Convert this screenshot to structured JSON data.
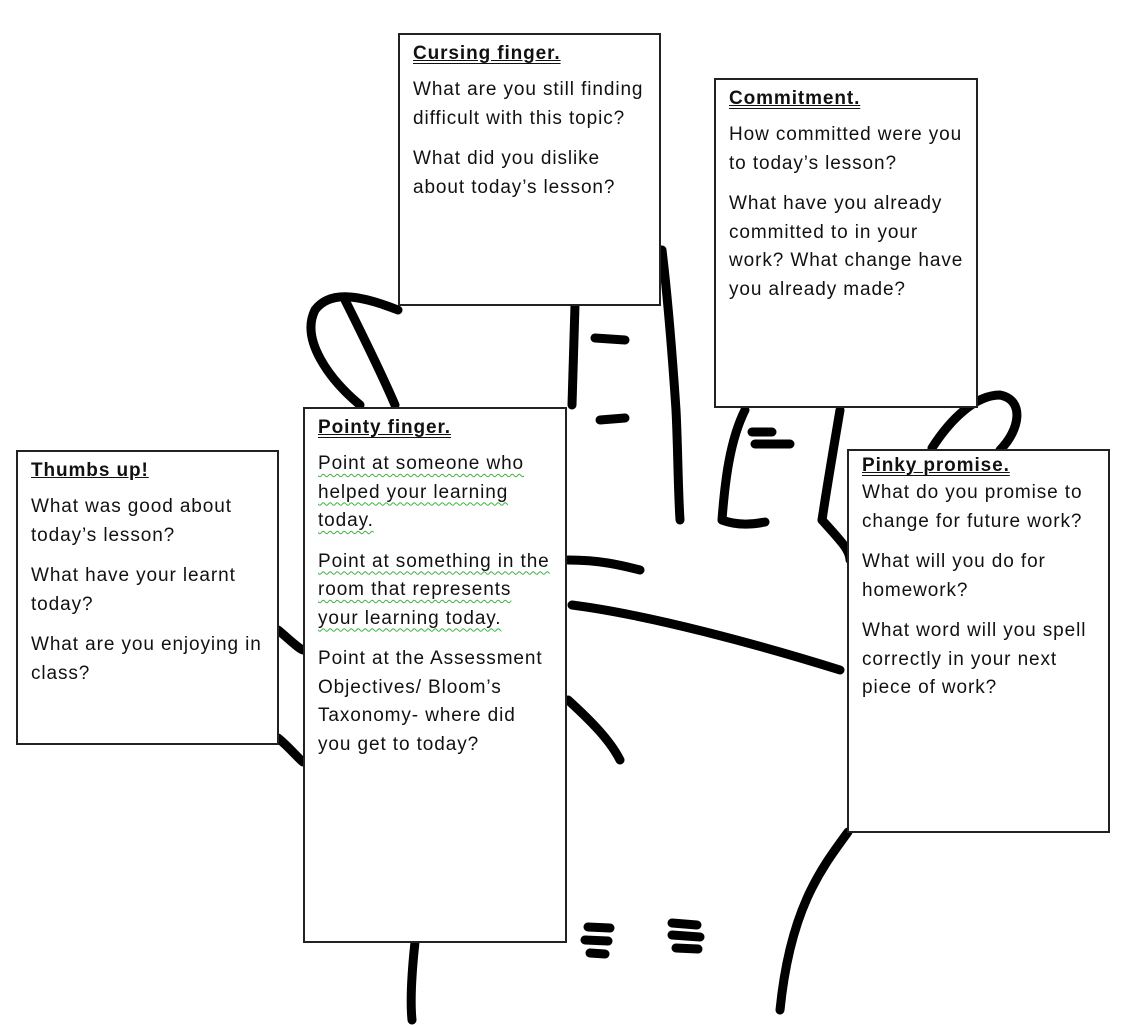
{
  "boxes": {
    "cursing": {
      "title": "Cursing finger.",
      "paragraphs": [
        "What are you still finding difficult with this topic?",
        "What did you dislike about today’s lesson?"
      ]
    },
    "commitment": {
      "title": "Commitment.",
      "paragraphs": [
        "How committed were you to today’s lesson?",
        "What have you already committed to in your work? What change have you already made?"
      ]
    },
    "pointy": {
      "title": "Pointy finger.",
      "paragraphs": [
        "Point at someone who helped your learning today.",
        "Point at something in the room that represents your learning today.",
        "Point at the Assessment Objectives/ Bloom’s Taxonomy- where did you get to today?"
      ]
    },
    "thumbs": {
      "title": "Thumbs up!",
      "paragraphs": [
        "What was good about today’s lesson?",
        "What have your learnt today?",
        "What are you enjoying in class?"
      ]
    },
    "pinky": {
      "title": "Pinky promise.",
      "paragraphs": [
        "What do you promise to change for future work?",
        "What will you do for homework?",
        "What word will you spell correctly in your next piece of work?"
      ]
    }
  },
  "colors": {
    "outline": "#000000",
    "spellcheck_underline": "#3bb33b"
  }
}
